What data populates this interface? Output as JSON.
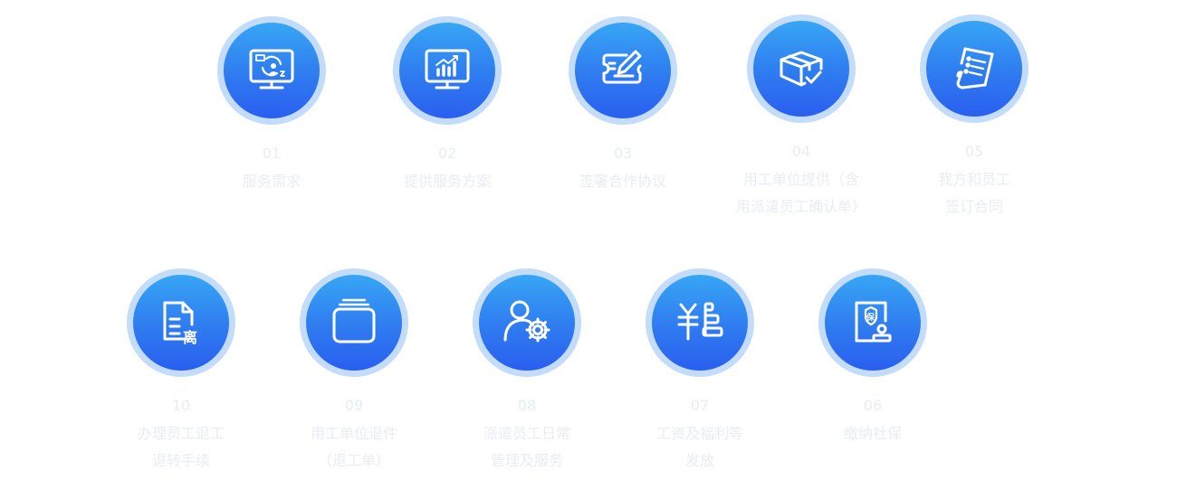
{
  "steps": [
    {
      "num": "01",
      "label": "服务需求",
      "icon": "monitor-user-sync-icon"
    },
    {
      "num": "02",
      "label": "提供服务方案",
      "icon": "monitor-chart-icon"
    },
    {
      "num": "03",
      "label": "签署合作协议",
      "icon": "ticket-pen-icon"
    },
    {
      "num": "04",
      "label_line1": "用工单位提供（含",
      "label_line2": "用派遣员工确认单）",
      "icon": "box-check-icon"
    },
    {
      "num": "05",
      "label_line1": "我方和员工",
      "label_line2": "签订合同",
      "icon": "contract-scroll-icon"
    },
    {
      "num": "06",
      "label": "缴纳社保",
      "icon": "insurance-stamp-icon"
    },
    {
      "num": "07",
      "label_line1": "工资及福利等",
      "label_line2": "发放",
      "icon": "salary-yen-icon"
    },
    {
      "num": "08",
      "label_line1": "派遣员工日常",
      "label_line2": "管理及服务",
      "icon": "user-gear-icon"
    },
    {
      "num": "09",
      "label_line1": "用工单位退件",
      "label_line2": "（退工单）",
      "icon": "stacked-cards-icon"
    },
    {
      "num": "10",
      "label_line1": "办理员工退工",
      "label_line2": "退转手续",
      "icon": "resignation-doc-icon"
    }
  ],
  "colors": {
    "ring": "#c2dcf9",
    "disc_top": "#37a6f4",
    "disc_bottom": "#2a5ff0",
    "text": "#e8ecf3"
  }
}
